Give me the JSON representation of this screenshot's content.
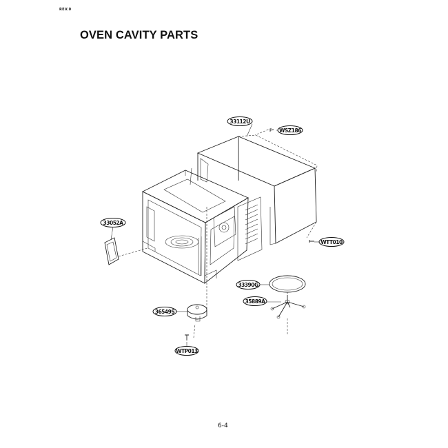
{
  "header": {
    "corner_tag": "REV.0",
    "title": "OVEN CAVITY PARTS"
  },
  "footer": {
    "page_number": "6-4"
  },
  "parts": [
    {
      "id": "wsz",
      "label": "WSZ186"
    },
    {
      "id": "cab",
      "label": "33112U"
    },
    {
      "id": "win",
      "label": "33052A"
    },
    {
      "id": "wtt",
      "label": "WTT010"
    },
    {
      "id": "tray",
      "label": "33390G"
    },
    {
      "id": "roller",
      "label": "35889A"
    },
    {
      "id": "motor",
      "label": "36549S"
    },
    {
      "id": "screw",
      "label": "WTP013"
    }
  ]
}
